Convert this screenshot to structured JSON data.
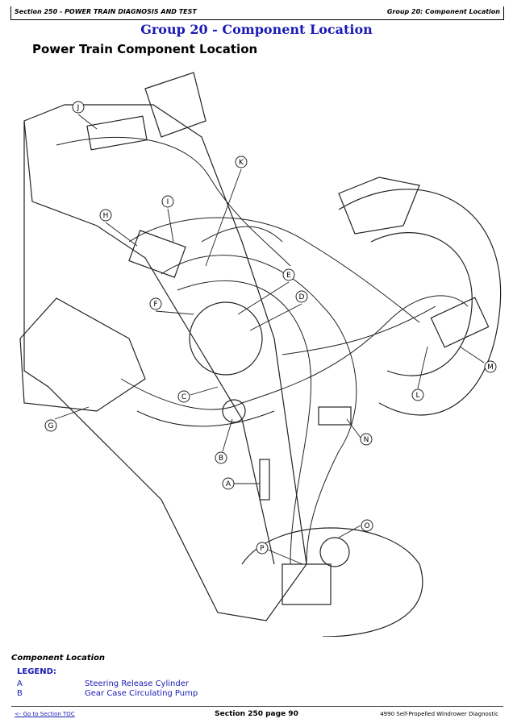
{
  "header": {
    "section": "Section 250 - POWER TRAIN DIAGNOSIS AND TEST",
    "group": "Group 20: Component Location"
  },
  "title": "Group 20 - Component Location",
  "subtitle": "Power Train Component Location",
  "figure": {
    "callouts": [
      "A",
      "B",
      "C",
      "D",
      "E",
      "F",
      "G",
      "H",
      "I",
      "J",
      "K",
      "L",
      "M",
      "N",
      "O",
      "P"
    ]
  },
  "caption": "Component Location",
  "legend": {
    "heading": "LEGEND:",
    "items": [
      {
        "key": "A",
        "label": "Steering Release Cylinder"
      },
      {
        "key": "B",
        "label": "Gear Case Circulating Pump"
      }
    ]
  },
  "footer": {
    "toc_link": "<- Go to Section TOC",
    "page": "Section 250 page 90",
    "book": "4990 Self-Propelled Windrower Diagnostic"
  }
}
